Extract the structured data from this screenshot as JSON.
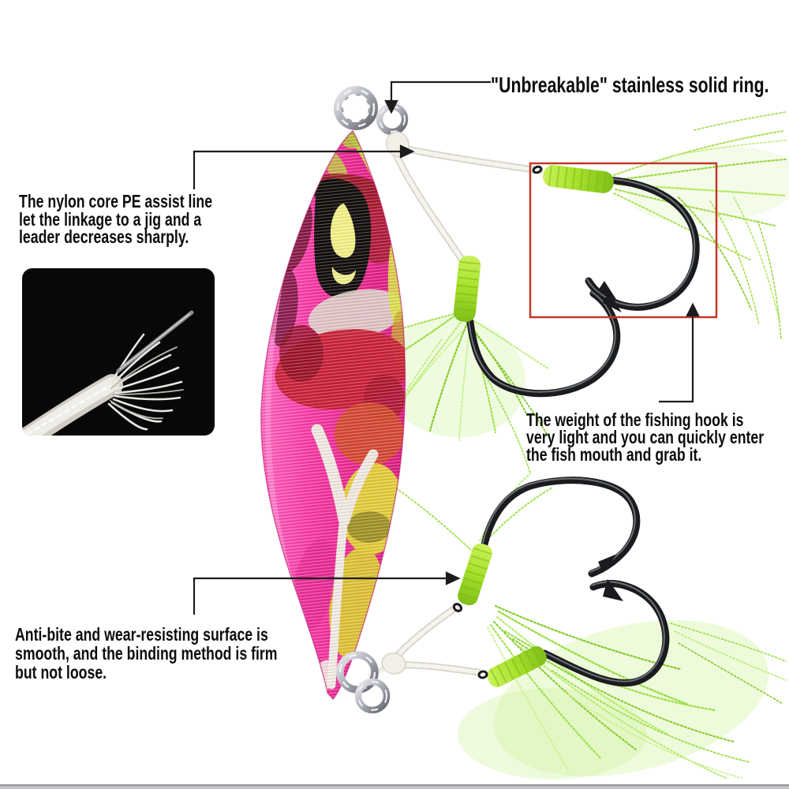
{
  "callouts": {
    "ring": {
      "lines": [
        "\"Unbreakable\" stainless solid ring."
      ]
    },
    "assist_line": {
      "lines": [
        "The nylon core PE assist line",
        "let the linkage to a jig and a",
        "leader decreases sharply."
      ]
    },
    "hook_weight": {
      "lines": [
        "The weight of the fishing hook is",
        "very light and you can quickly enter",
        "the fish mouth and grab it."
      ]
    },
    "surface": {
      "lines": [
        "Anti-bite and wear-resisting surface is",
        "smooth, and the binding method is firm",
        "but not loose."
      ]
    }
  },
  "colors": {
    "background": "#ffffff",
    "text": "#0d0d0d",
    "callout_line": "#1c1c1c",
    "highlight_box": "#c0392b",
    "hook_black": "#1a1b1e",
    "binding_thread": "#a6e22f",
    "tinsel_green": "#a8e04e",
    "assist_cord_white": "#f2f0ea",
    "ring_silver": "#b9bcc4",
    "lure_pink": "#f23aa4",
    "lure_red": "#c51d31",
    "lure_yellow": "#e2d634",
    "lure_eye_black": "#0d0a08",
    "inset_background": "#080808"
  }
}
